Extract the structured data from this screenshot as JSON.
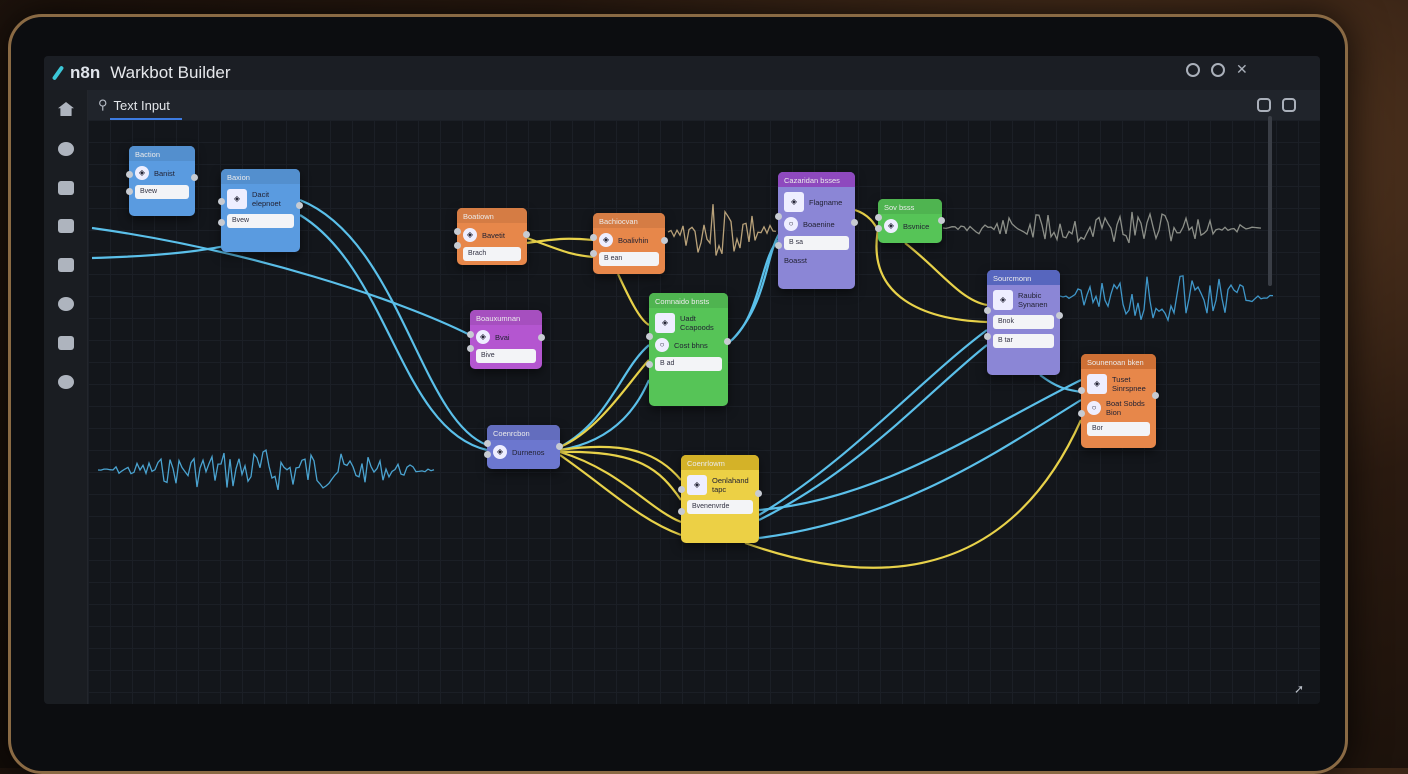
{
  "app": {
    "brand": "n8n",
    "title": "Warkbot Builder"
  },
  "tabs": [
    {
      "label": "Text Input"
    }
  ],
  "sidebar": [
    "home-icon",
    "settings-icon",
    "database-icon",
    "chat-icon",
    "users-icon",
    "check-icon",
    "grid-icon",
    "user-icon"
  ],
  "window_controls": [
    "search-icon",
    "refresh-icon",
    "close-icon"
  ],
  "toolbar_icons": [
    "copy-icon",
    "save-icon"
  ],
  "colors": {
    "blue": "#5a9be0",
    "orange": "#e7874a",
    "purple": "#b456d0",
    "green": "#56c457",
    "lavender": "#8b86d6",
    "indigo": "#6c77cf",
    "yellow": "#ecd045",
    "wire_blue": "#5bc0ea",
    "wire_yellow": "#e8d24a"
  },
  "nodes": [
    {
      "id": "n1",
      "header": "Baction",
      "label": "Banist",
      "field": "Bvew"
    },
    {
      "id": "n2",
      "header": "Baxion",
      "label": "Dacit elepnoet",
      "field": "Bvew"
    },
    {
      "id": "n3",
      "header": "Boatiown",
      "label": "Bavetit",
      "field": "Brach"
    },
    {
      "id": "n4",
      "header": "Bachiocvan",
      "label": "Boalivhin",
      "field": "B ean"
    },
    {
      "id": "n5",
      "header": "Boauxumnan",
      "label": "Bvai",
      "field": "Bive"
    },
    {
      "id": "n6",
      "header": "Comnaido bnsts",
      "label": "Uadt Ccapoods",
      "label2": "Cost bhns",
      "field": "B ad"
    },
    {
      "id": "n7",
      "header": "Cazaridan bsses",
      "label": "Flagname",
      "label2": "Boaenine",
      "field": "B sa",
      "footer": "Boasst"
    },
    {
      "id": "n8",
      "header": "Sov bsss",
      "label": "Bsvnice"
    },
    {
      "id": "n9",
      "header": "Coenrcbon",
      "label": "Durnenos"
    },
    {
      "id": "n10",
      "header": "Coenrlowm",
      "label": "Oenlahand tapc",
      "field": "Bvenenvrde"
    },
    {
      "id": "n11",
      "header": "Sourcmonn",
      "label": "Raubic Synanen",
      "field": "Bnok",
      "field2": "B tar"
    },
    {
      "id": "n12",
      "header": "Sounenoan bken",
      "label": "Tuset Sinrspnee",
      "label2": "Boat Sobds Bion",
      "field": "Bor"
    }
  ]
}
